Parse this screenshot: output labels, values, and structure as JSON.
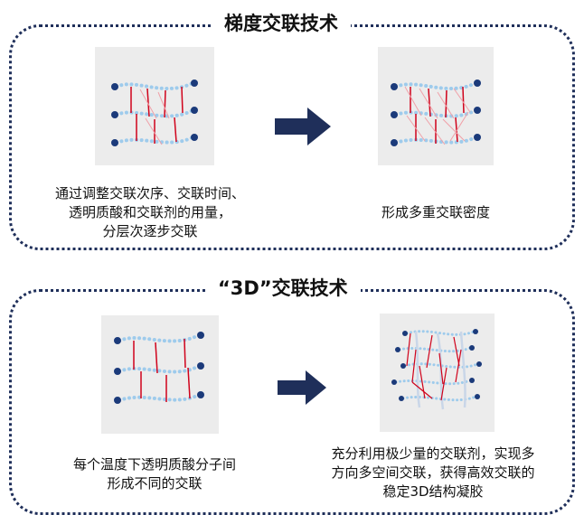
{
  "section1": {
    "title": "梯度交联技术",
    "left_caption": [
      "通过调整交联次序、交联时间、",
      "透明质酸和交联剂的用量，",
      "分层次逐步交联"
    ],
    "right_caption": [
      "形成多重交联密度"
    ]
  },
  "section2": {
    "title": "“3D”交联技术",
    "left_caption": [
      "每个温度下透明质酸分子间",
      "形成不同的交联"
    ],
    "right_caption": [
      "充分利用极少量的交联剂，实现多",
      "方向多空间交联，获得高效交联的",
      "稳定3D结构凝胶"
    ]
  },
  "colors": {
    "arrow": "#1f2f5a",
    "chain": "#9ecbec",
    "chain_end": "#1b3a7a",
    "crosslink": "#d0021b",
    "frame": "#1f2f5a"
  }
}
